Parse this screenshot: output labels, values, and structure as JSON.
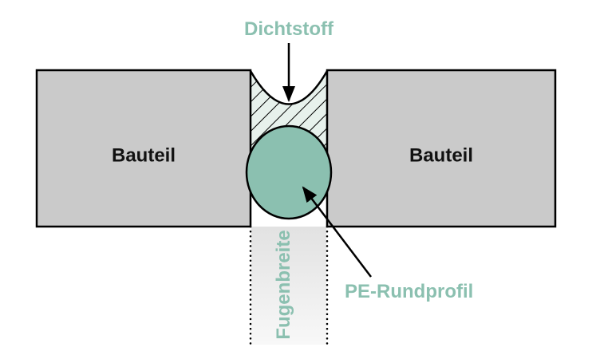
{
  "diagram": {
    "components": {
      "left_label": "Bauteil",
      "right_label": "Bauteil"
    },
    "annotations": {
      "sealant_label": "Dichtstoff",
      "joint_width_label": "Fugenbreite",
      "backer_rod_label": "PE-Rundprofil"
    },
    "colors": {
      "accent_teal": "#8bc0b0",
      "component_gray": "#cacaca",
      "outline_black": "#000000",
      "hatch_background": "#e7f1ec"
    }
  }
}
